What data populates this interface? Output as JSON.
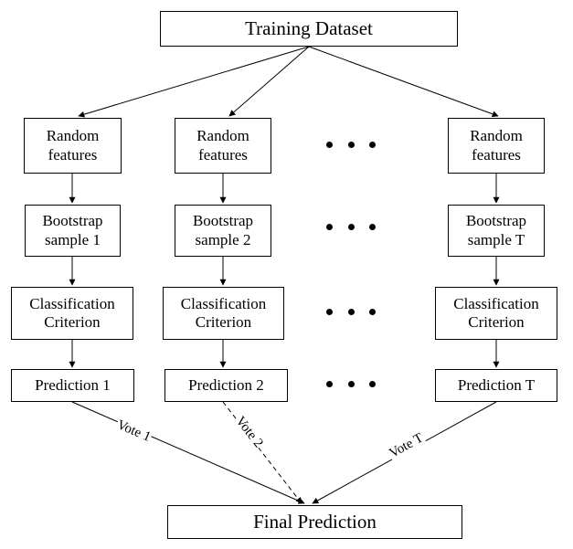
{
  "nodes": {
    "training_dataset": "Training Dataset",
    "final_prediction": "Final Prediction",
    "columns": [
      {
        "random_features": [
          "Random",
          "features"
        ],
        "bootstrap": [
          "Bootstrap",
          "sample 1"
        ],
        "criterion": [
          "Classification",
          "Criterion"
        ],
        "prediction": "Prediction 1",
        "vote": "Vote 1"
      },
      {
        "random_features": [
          "Random",
          "features"
        ],
        "bootstrap": [
          "Bootstrap",
          "sample 2"
        ],
        "criterion": [
          "Classification",
          "Criterion"
        ],
        "prediction": "Prediction 2",
        "vote": "Vote 2"
      },
      {
        "random_features": [
          "Random",
          "features"
        ],
        "bootstrap": [
          "Bootstrap",
          "sample T"
        ],
        "criterion": [
          "Classification",
          "Criterion"
        ],
        "prediction": "Prediction T",
        "vote": "Vote T"
      }
    ]
  },
  "edges": [
    {
      "from": "training_dataset",
      "to": "random_features_1"
    },
    {
      "from": "training_dataset",
      "to": "random_features_2"
    },
    {
      "from": "training_dataset",
      "to": "random_features_T"
    },
    {
      "from": "random_features_1",
      "to": "bootstrap_1"
    },
    {
      "from": "random_features_2",
      "to": "bootstrap_2"
    },
    {
      "from": "random_features_T",
      "to": "bootstrap_T"
    },
    {
      "from": "bootstrap_1",
      "to": "criterion_1"
    },
    {
      "from": "bootstrap_2",
      "to": "criterion_2"
    },
    {
      "from": "bootstrap_T",
      "to": "criterion_T"
    },
    {
      "from": "criterion_1",
      "to": "prediction_1"
    },
    {
      "from": "criterion_2",
      "to": "prediction_2"
    },
    {
      "from": "criterion_T",
      "to": "prediction_T"
    },
    {
      "from": "prediction_1",
      "to": "final_prediction",
      "label": "Vote 1"
    },
    {
      "from": "prediction_2",
      "to": "final_prediction",
      "label": "Vote 2",
      "style": "dashed"
    },
    {
      "from": "prediction_T",
      "to": "final_prediction",
      "label": "Vote T"
    }
  ]
}
